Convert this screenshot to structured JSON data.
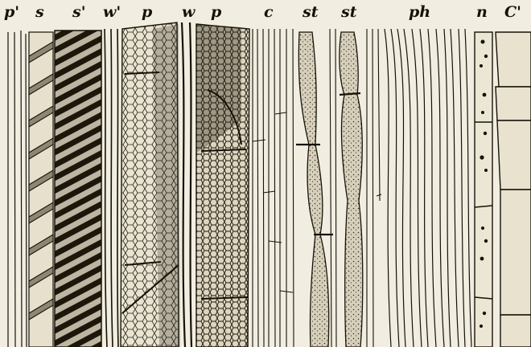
{
  "figure": {
    "labels": {
      "p_prime_1": "p'",
      "s": "s",
      "s_prime": "s'",
      "w_prime": "w'",
      "p_1": "p",
      "w": "w",
      "p_2": "p",
      "c": "c",
      "st_1": "st",
      "st_2": "st",
      "ph": "ph",
      "n": "n",
      "c_prime": "C'"
    },
    "colors": {
      "paper": "#f1ede0",
      "ink": "#151208",
      "tissue_shade": "#cfc8b6",
      "dark_fill": "#2a2418"
    }
  }
}
